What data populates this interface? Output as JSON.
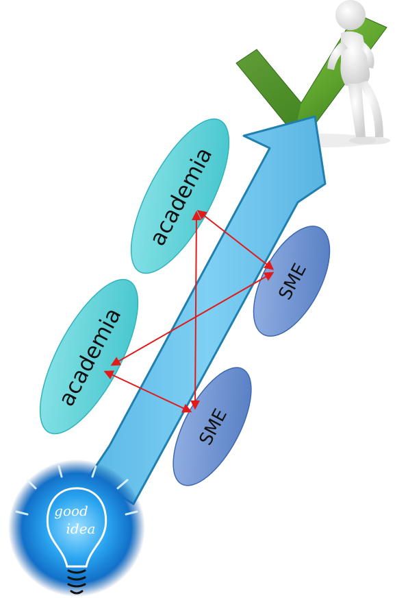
{
  "nodes": [
    {
      "id": "academia-top",
      "label": "academia"
    },
    {
      "id": "academia-left",
      "label": "academia"
    },
    {
      "id": "sme-right",
      "label": "SME"
    },
    {
      "id": "sme-bottom",
      "label": "SME"
    }
  ],
  "bulb": {
    "line1": "good",
    "line2": "idea"
  },
  "colors": {
    "arrow_fill": "#6ec6ec",
    "arrow_stroke": "#1f7fae",
    "academia_fill": "#5fd2d8",
    "academia_stroke": "#2fb3bb",
    "sme_fill": "#6f94d2",
    "sme_stroke": "#3d67ae",
    "connector": "#e21a1a",
    "check_dark": "#2f6b1c",
    "check_light": "#7bc142",
    "bulb_glow": "#1e8fe0",
    "bulb_core": "#ffffff"
  },
  "connections": [
    {
      "from": "academia-top",
      "to": "sme-right"
    },
    {
      "from": "academia-top",
      "to": "sme-bottom"
    },
    {
      "from": "sme-right",
      "to": "academia-left"
    },
    {
      "from": "academia-left",
      "to": "sme-bottom"
    }
  ]
}
